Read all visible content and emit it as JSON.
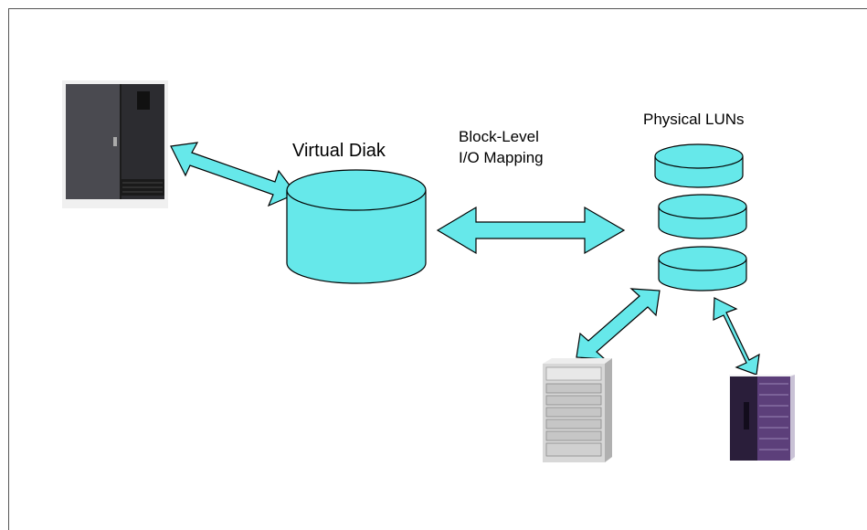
{
  "labels": {
    "virtual_disk": "Virtual Diak",
    "mapping_line1": "Block-Level",
    "mapping_line2": "I/O Mapping",
    "physical_luns": "Physical LUNs"
  },
  "colors": {
    "accent": "#66E8EA",
    "stroke": "#000000",
    "border": "#555555"
  },
  "icons": [
    "server-cabinet-icon",
    "virtual-disk-icon",
    "physical-lun-icon",
    "storage-rack-icon",
    "storage-cabinet-icon",
    "double-arrow-icon"
  ]
}
